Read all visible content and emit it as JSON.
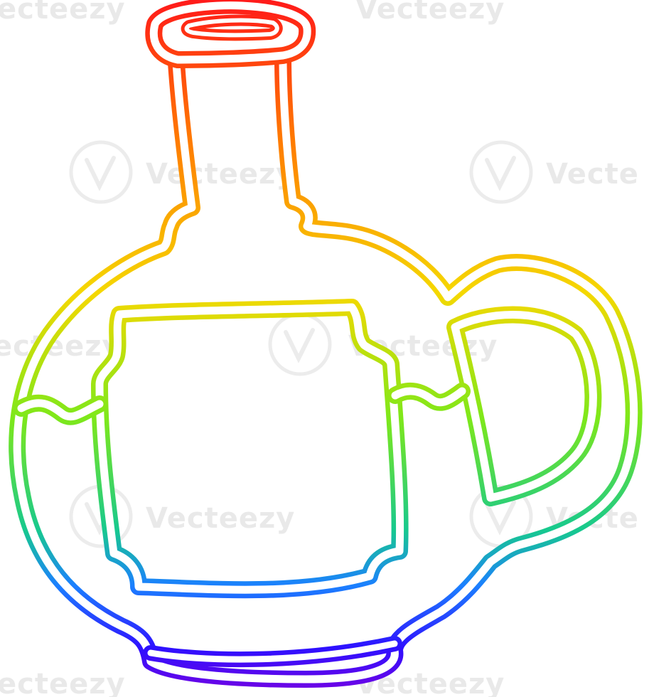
{
  "illustration": {
    "subject": "bottle-jug-icon",
    "gradient_stops": [
      "#ff1a1a",
      "#ff7a00",
      "#f5d800",
      "#7ee81a",
      "#17c98e",
      "#1b80ff",
      "#2e10ff",
      "#7a00e0"
    ]
  },
  "watermark": {
    "text": "Vecteezy",
    "text_fragment_top_left": "ecteezy",
    "text_fragment_right": "Vecte",
    "color": "#e9e9e9"
  }
}
